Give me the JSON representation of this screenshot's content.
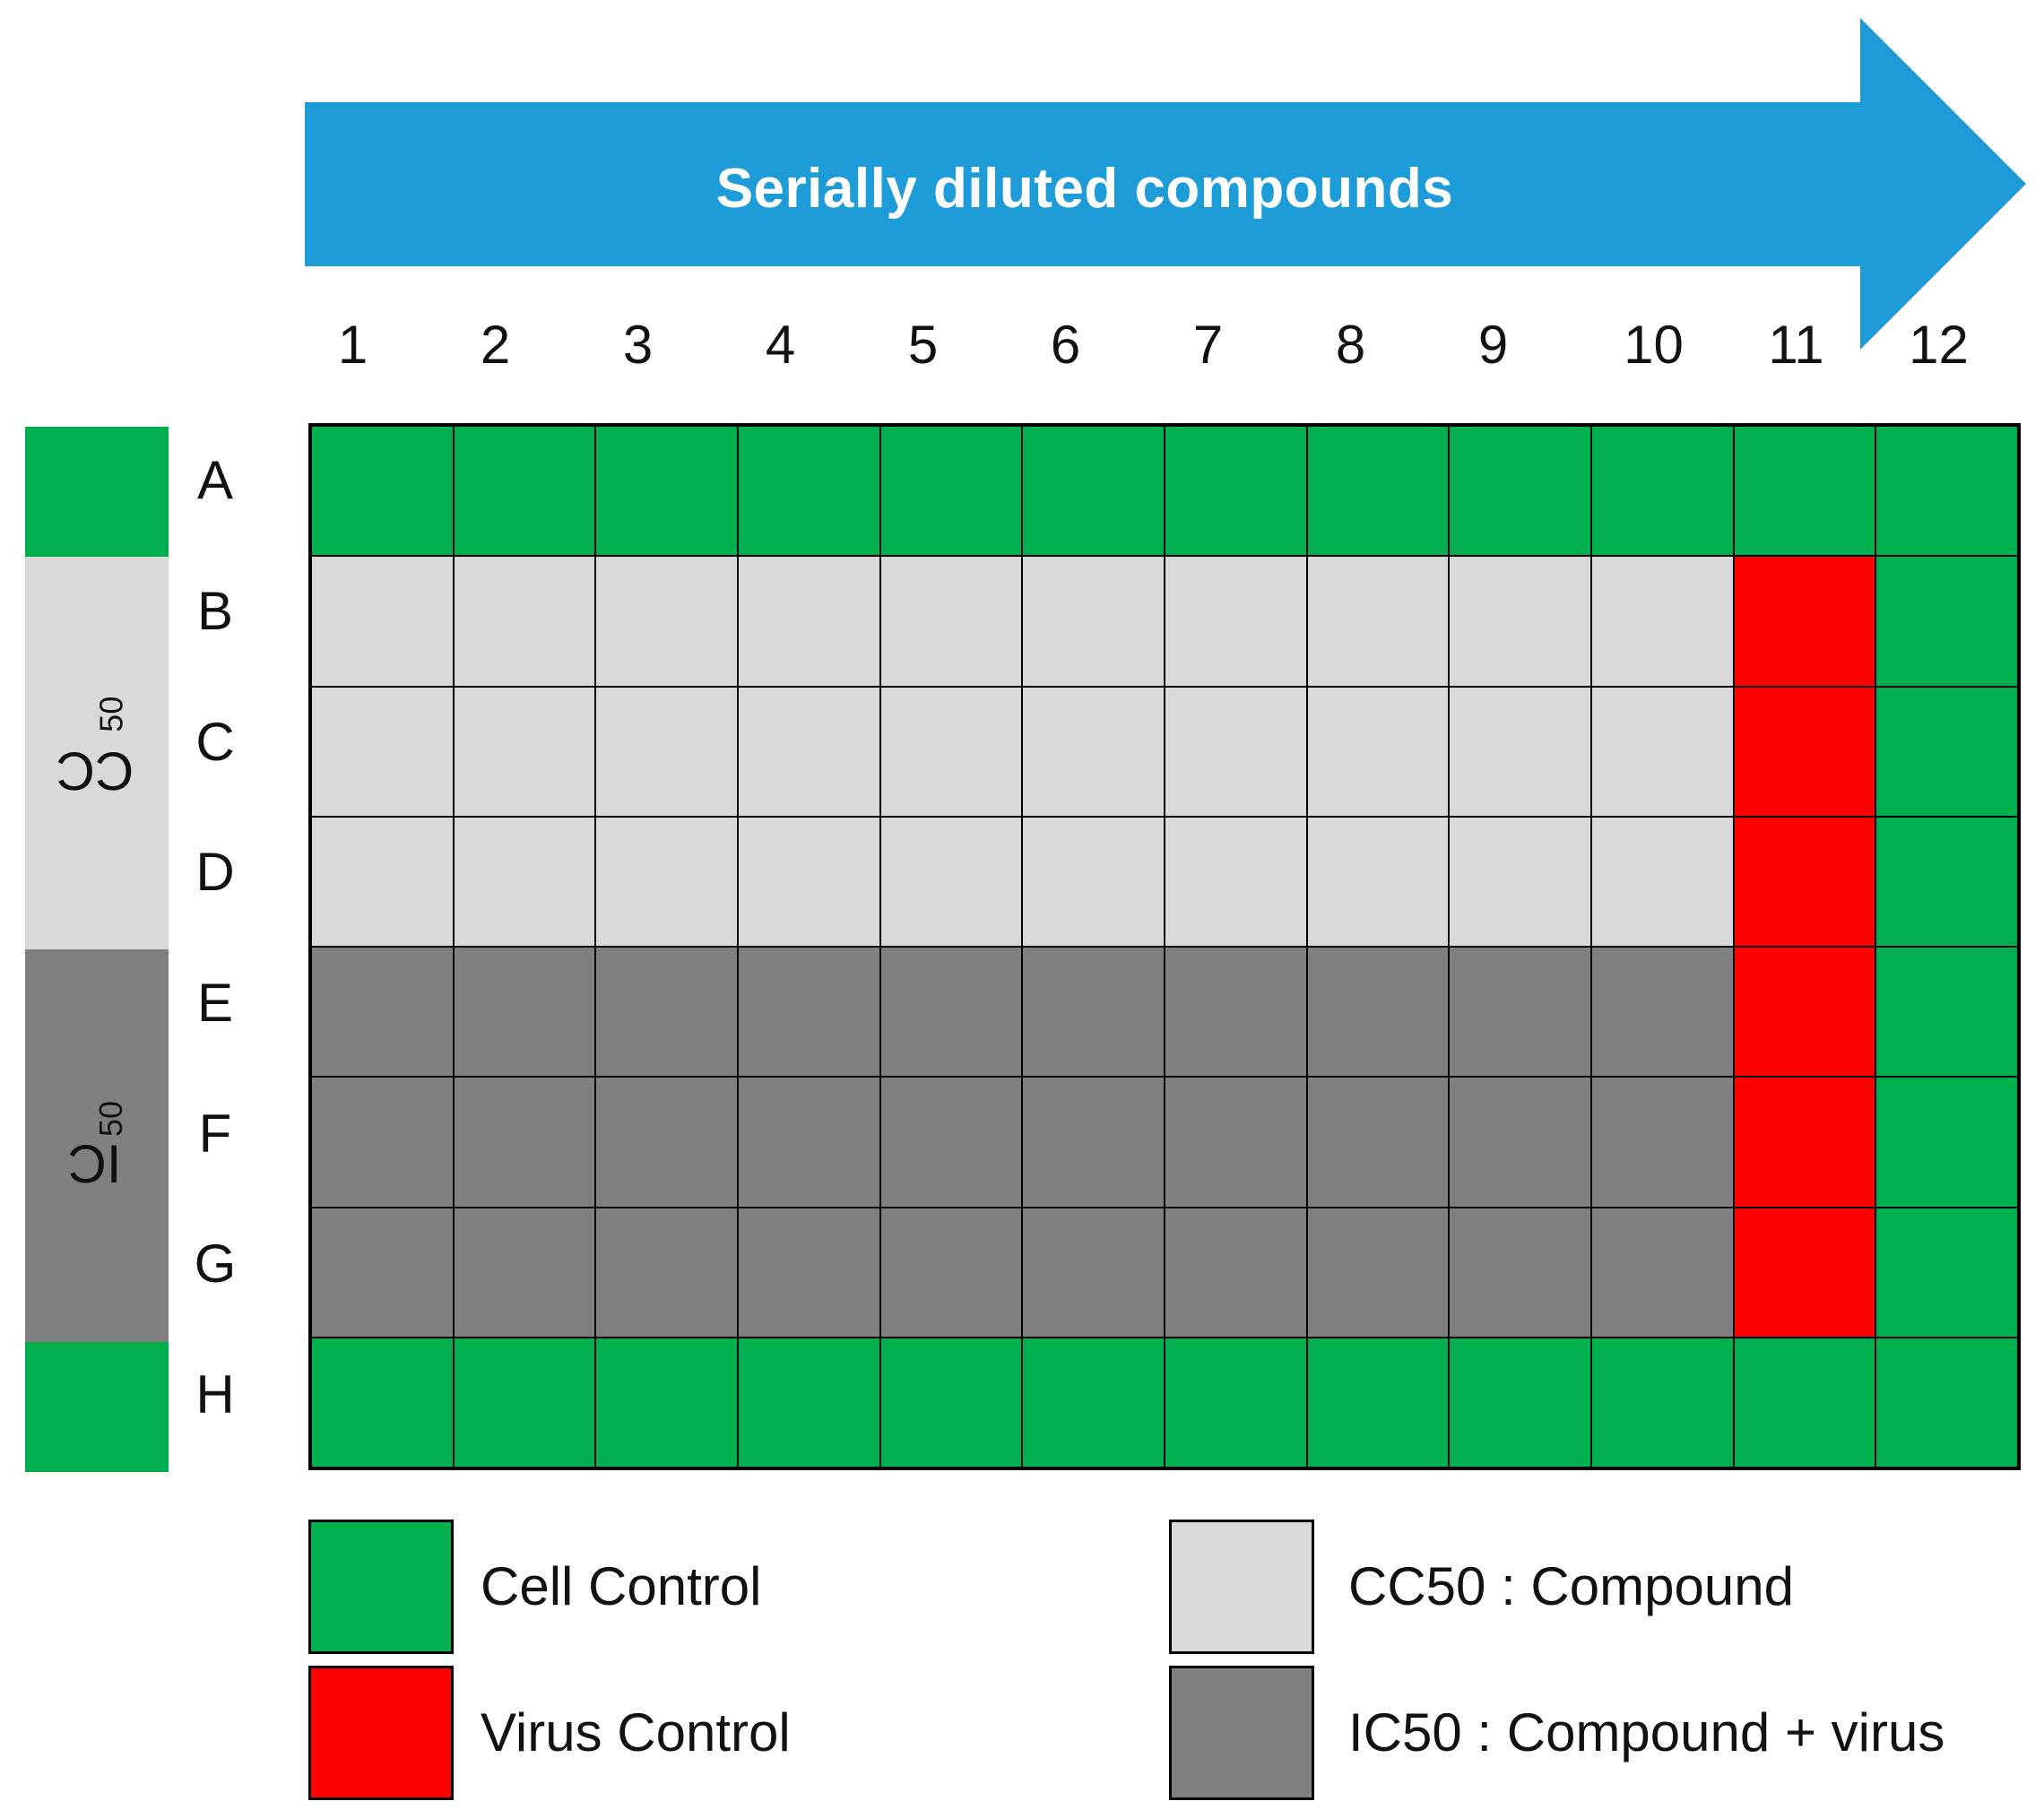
{
  "colors": {
    "arrow": "#1E9CD7",
    "cell_control": "#00B04F",
    "virus_control": "#FF0000",
    "cc50": "#D9D9D9",
    "ic50": "#808080"
  },
  "arrow": {
    "label": "Serially diluted compounds"
  },
  "columns": [
    "1",
    "2",
    "3",
    "4",
    "5",
    "6",
    "7",
    "8",
    "9",
    "10",
    "11",
    "12"
  ],
  "rows": [
    "A",
    "B",
    "C",
    "D",
    "E",
    "F",
    "G",
    "H"
  ],
  "side": {
    "cc50": {
      "main": "CC",
      "sub": "50"
    },
    "ic50": {
      "main": "IC",
      "sub": "50"
    }
  },
  "plate": {
    "layout": [
      "CCCCCCCCCCCC",
      "SSSSSSSSSSVC",
      "SSSSSSSSSSVC",
      "SSSSSSSSSSVC",
      "IIIIIIIIIIVC",
      "IIIIIIIIIIVC",
      "IIIIIIIIIIVC",
      "CCCCCCCCCCCC"
    ],
    "key": {
      "C": "cell_control",
      "V": "virus_control",
      "S": "cc50",
      "I": "ic50"
    }
  },
  "legend": {
    "cell_control": "Cell Control",
    "virus_control": "Virus Control",
    "cc50": "CC50 : Compound",
    "ic50": "IC50 : Compound + virus"
  }
}
